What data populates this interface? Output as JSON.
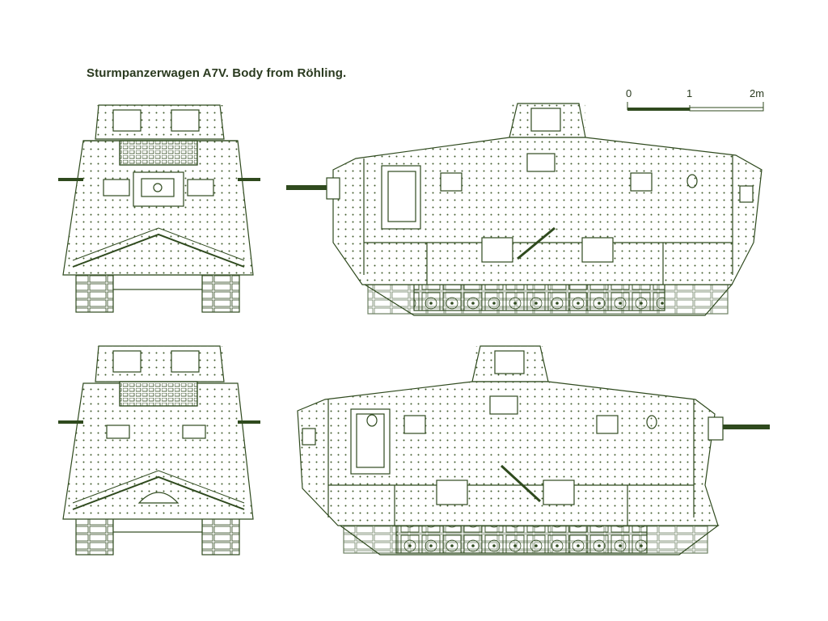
{
  "title": "Sturmpanzerwagen A7V. Body from Röhling.",
  "scale": {
    "tick0": "0",
    "tick1": "1",
    "tick2": "2m"
  },
  "colors": {
    "ink": "#2f4a1e",
    "fill": "#ffffff",
    "rivet": "#3e5a2a"
  },
  "views": [
    "front-view",
    "right-side-view",
    "rear-view",
    "left-side-view"
  ]
}
